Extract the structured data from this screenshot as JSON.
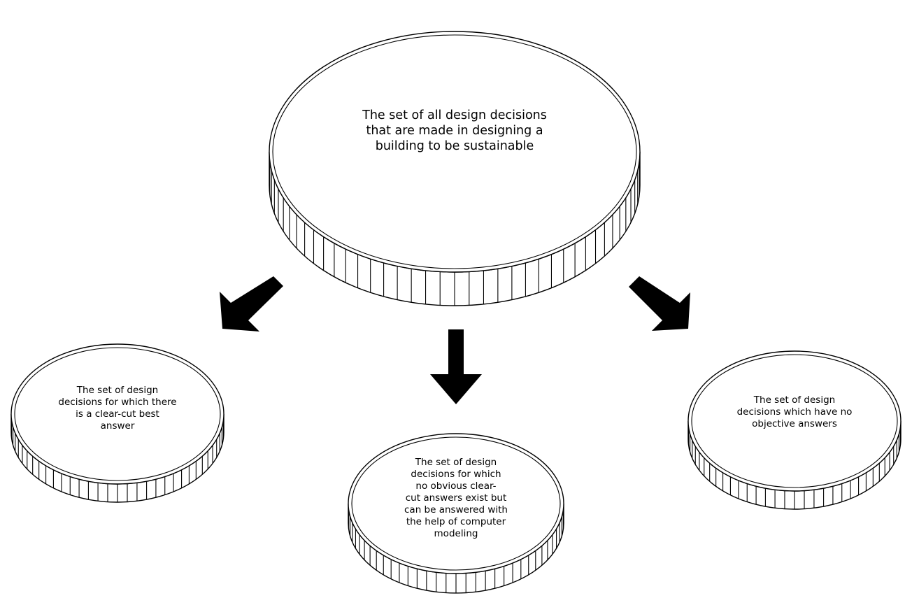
{
  "diagram": {
    "type": "hierarchy",
    "stroke_color": "#000000",
    "fill_color": "#ffffff",
    "arrow_color": "#000000",
    "root": {
      "id": "all-decisions",
      "text": "The set of all design decisions that are made in designing a building to be sustainable",
      "lines": [
        "The set of all design decisions",
        "that are made in designing a",
        "building to be sustainable"
      ]
    },
    "children": [
      {
        "id": "clear-cut",
        "text": "The set of design decisions for which there is a clear-cut best answer",
        "lines": [
          "The set of design",
          "decisions for which there",
          "is a clear-cut best",
          "answer"
        ]
      },
      {
        "id": "computer-modeling",
        "text": "The set of design decisions for which no obvious clear-cut answers exist but can be answered with the help of computer modeling",
        "lines": [
          "The set of design",
          "decisions for which",
          "no obvious clear-",
          "cut answers exist but",
          "can be answered with",
          "the help of computer",
          "modeling"
        ]
      },
      {
        "id": "no-objective",
        "text": "The set of design decisions which have no objective answers",
        "lines": [
          "The set of design",
          "decisions which have no",
          "objective answers"
        ]
      }
    ],
    "edges": [
      {
        "from": "all-decisions",
        "to": "clear-cut"
      },
      {
        "from": "all-decisions",
        "to": "computer-modeling"
      },
      {
        "from": "all-decisions",
        "to": "no-objective"
      }
    ]
  }
}
